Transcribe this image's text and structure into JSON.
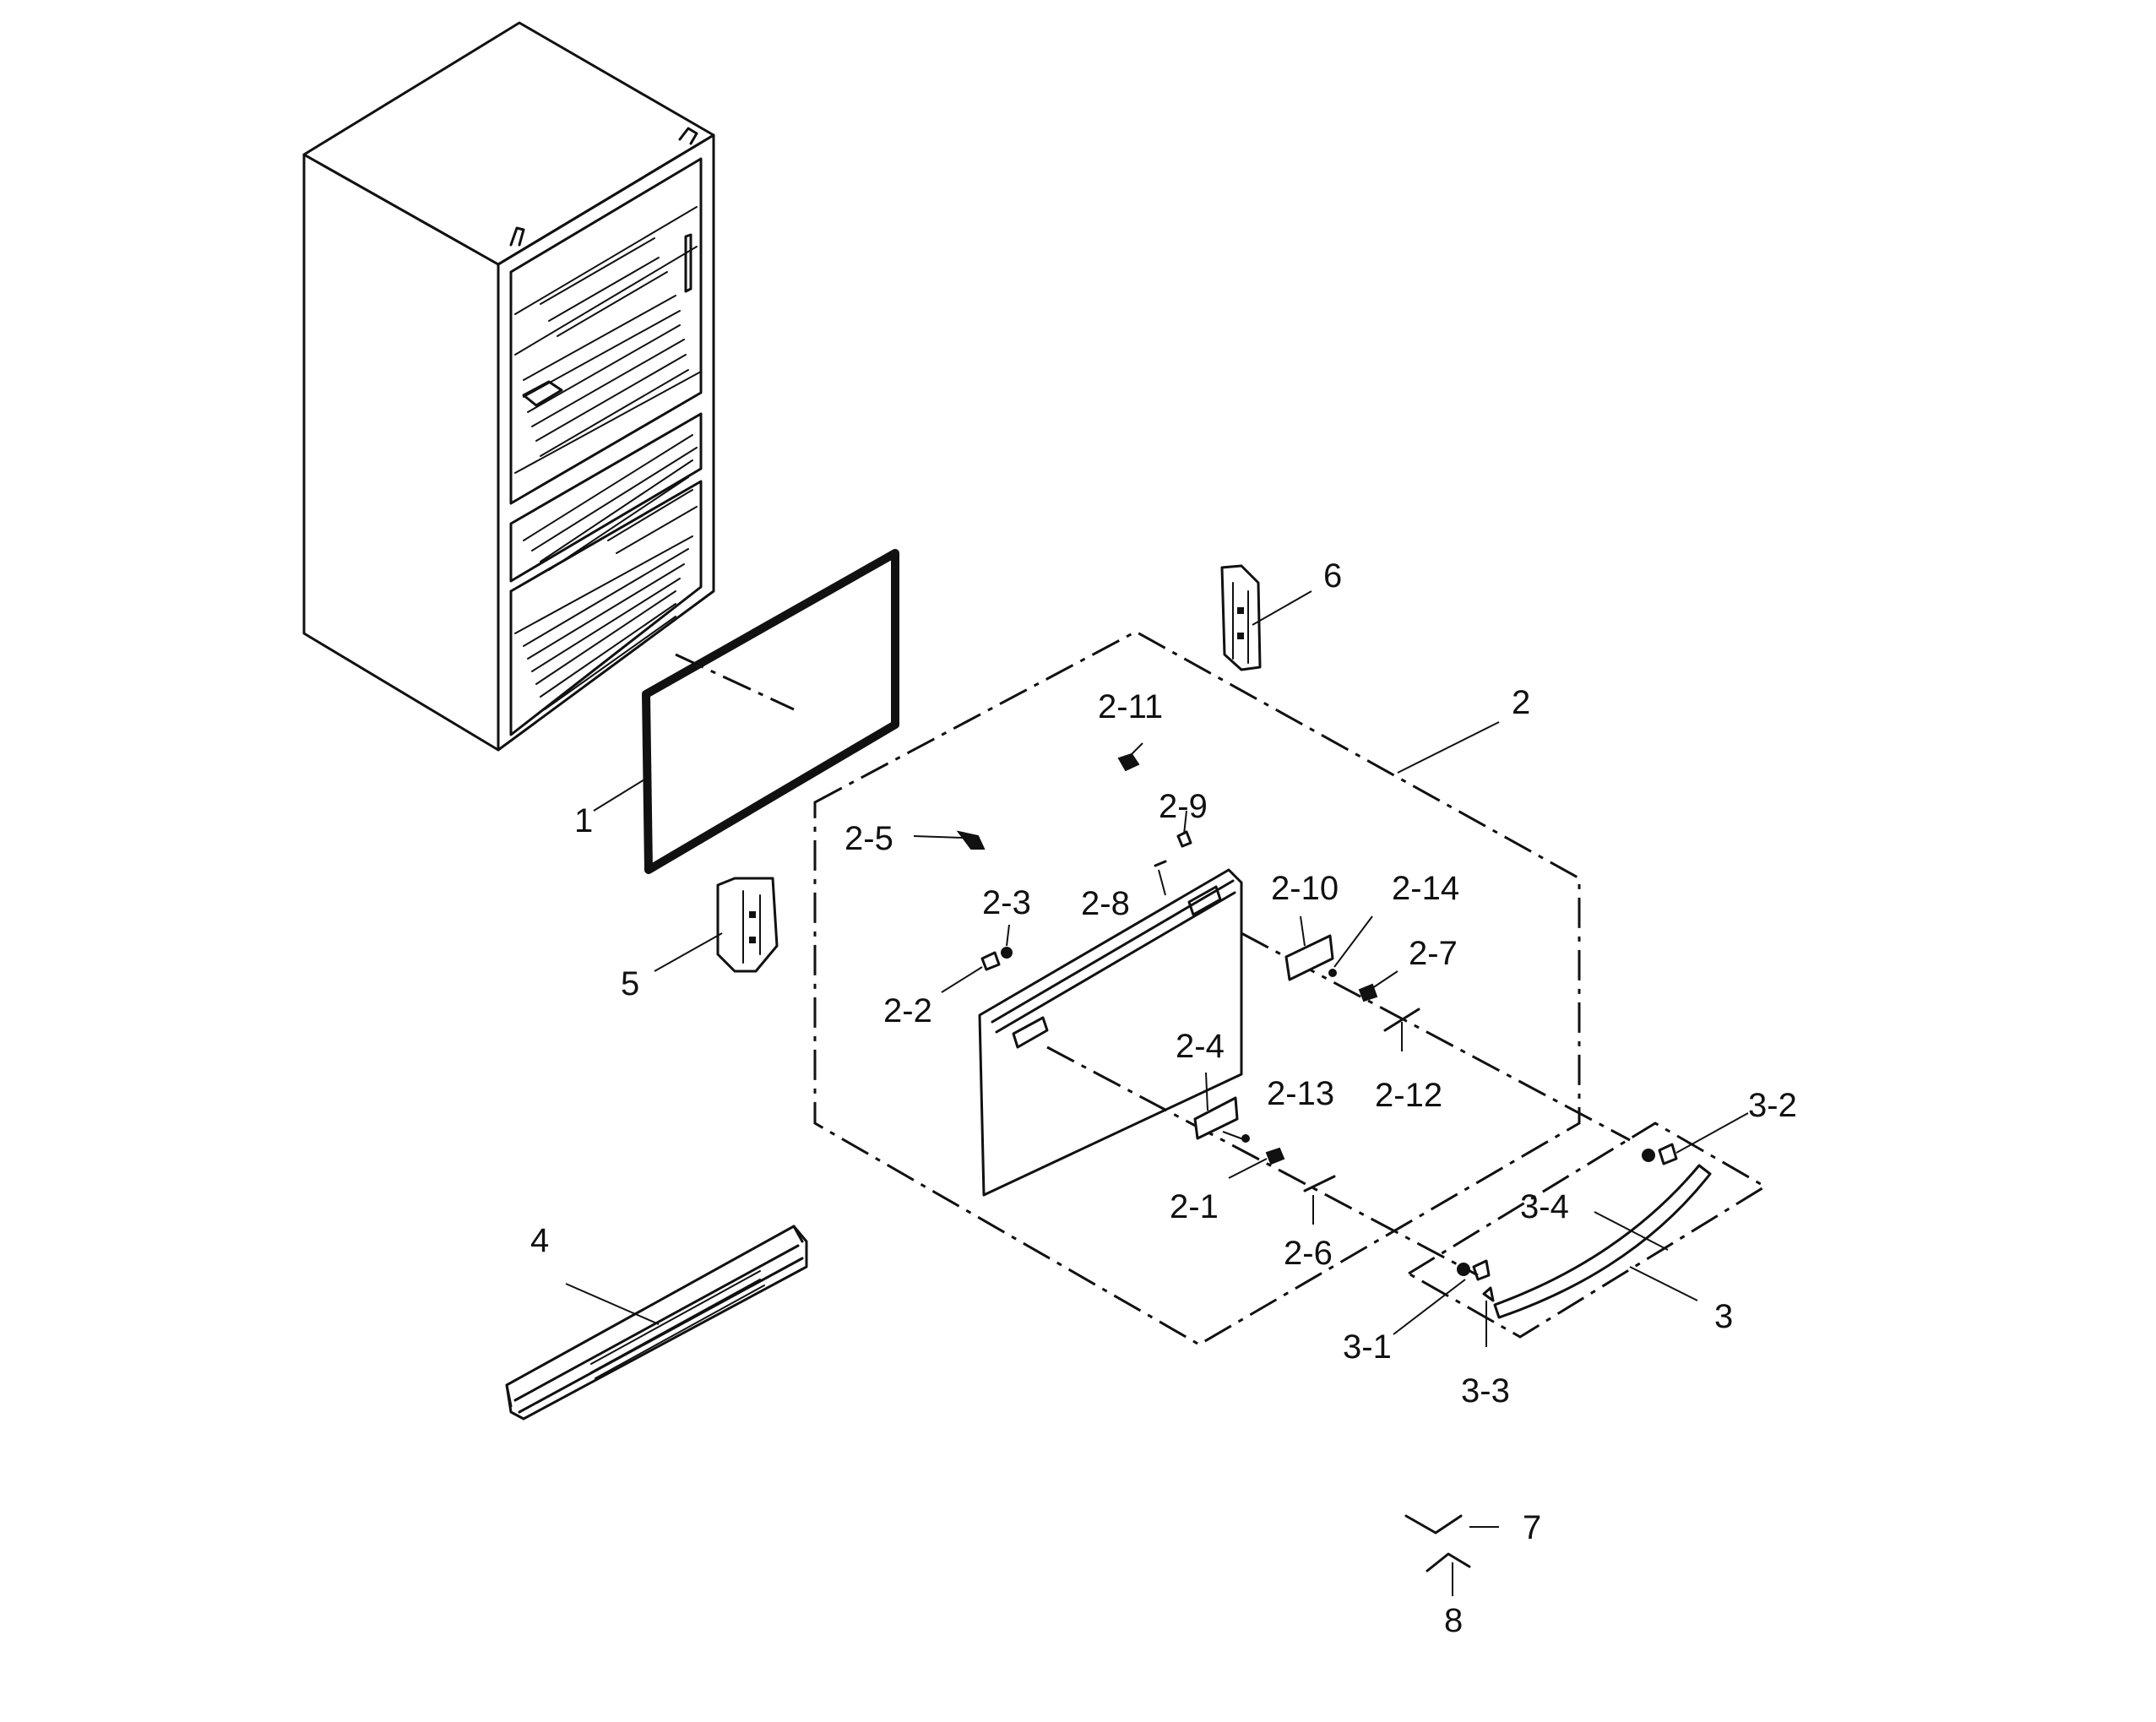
{
  "labels": {
    "l1": "1",
    "l2": "2",
    "l2_1": "2-1",
    "l2_2": "2-2",
    "l2_3": "2-3",
    "l2_4": "2-4",
    "l2_5": "2-5",
    "l2_6": "2-6",
    "l2_7": "2-7",
    "l2_8": "2-8",
    "l2_9": "2-9",
    "l2_10": "2-10",
    "l2_11": "2-11",
    "l2_12": "2-12",
    "l2_13": "2-13",
    "l2_14": "2-14",
    "l3": "3",
    "l3_1": "3-1",
    "l3_2": "3-2",
    "l3_3": "3-3",
    "l3_4": "3-4",
    "l4": "4",
    "l5": "5",
    "l6": "6",
    "l7": "7",
    "l8": "8"
  }
}
